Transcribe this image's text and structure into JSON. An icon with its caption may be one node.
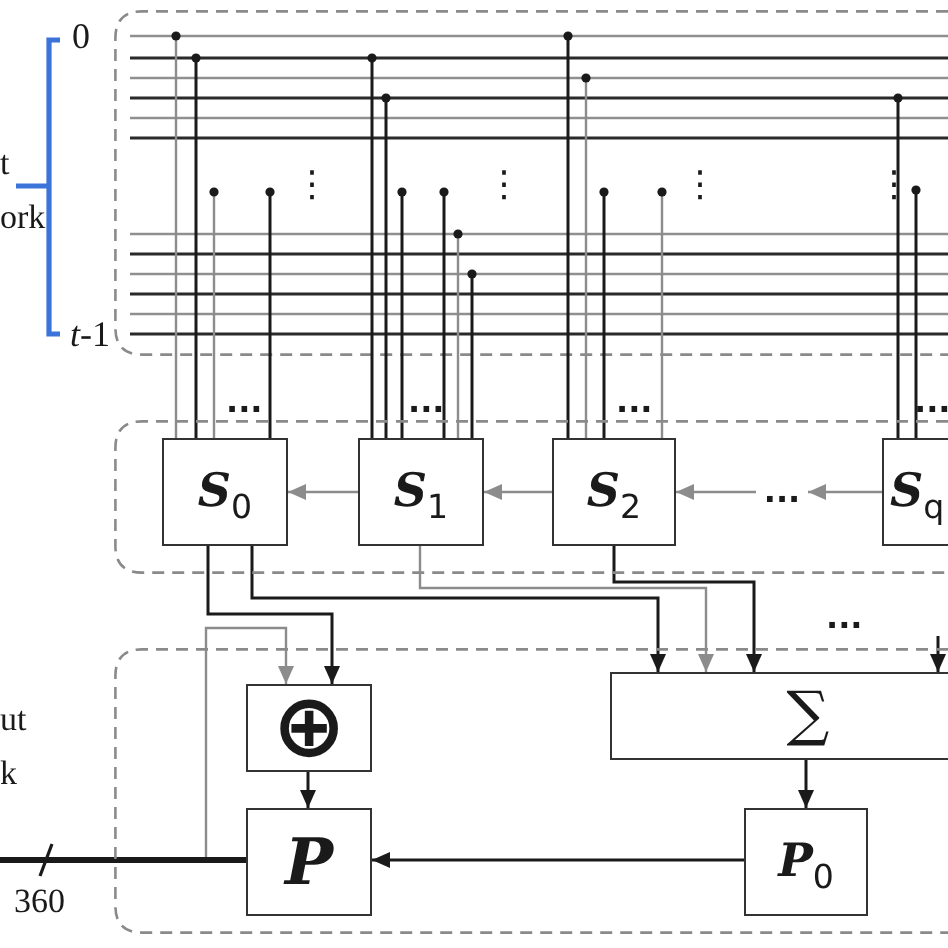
{
  "diagram": {
    "nodes": [
      {
        "text": [],
        "shape": "box",
        "beside": [
          "0",
          "*t*-1"
        ]
      },
      {
        "text": [],
        "shape": "box"
      },
      {
        "text": [
          "**S**$_{0}$"
        ],
        "in": 1
      },
      {
        "text": [
          "**S**$_{1}$"
        ],
        "in": 1
      },
      {
        "text": [
          "**S**$_{2}$"
        ],
        "in": 1
      },
      {
        "text": [
          "..."
        ],
        "in": 1
      },
      {
        "text": [
          "**S**$_{q}$"
        ],
        "in": 1
      },
      {
        "text": [],
        "shape": "box"
      },
      {
        "text": [
          "⊕"
        ],
        "in": 7
      },
      {
        "text": [
          "∑"
        ],
        "in": 7
      },
      {
        "text": [
          "P"
        ],
        "in": 7
      },
      {
        "text": [
          "**P**$_{0}$"
        ],
        "in": 7
      }
    ],
    "edges": [
      {
        "from": 0,
        "to": 2,
        "arrow": "none",
        "color": "#8c8c8c"
      },
      {
        "from": 0,
        "to": 2,
        "arrow": "none"
      },
      {
        "from": 0,
        "to": 2,
        "arrow": "none",
        "color": "#8c8c8c"
      },
      {
        "from": 0,
        "to": 2,
        "arrow": "none"
      },
      {
        "from": 0,
        "to": 3,
        "arrow": "none"
      },
      {
        "from": 0,
        "to": 3,
        "arrow": "none"
      },
      {
        "from": 0,
        "to": 3,
        "arrow": "none"
      },
      {
        "from": 0,
        "to": 3,
        "arrow": "none"
      },
      {
        "from": 0,
        "to": 3,
        "arrow": "none",
        "color": "#8c8c8c"
      },
      {
        "from": 0,
        "to": 3,
        "arrow": "none"
      },
      {
        "from": 0,
        "to": 4,
        "arrow": "none"
      },
      {
        "from": 0,
        "to": 4,
        "arrow": "none",
        "color": "#8c8c8c"
      },
      {
        "from": 0,
        "to": 4,
        "arrow": "none"
      },
      {
        "from": 0,
        "to": 4,
        "arrow": "none",
        "color": "#8c8c8c"
      },
      {
        "from": 0,
        "to": 6,
        "arrow": "none"
      },
      {
        "from": 0,
        "to": 6,
        "arrow": "none"
      },
      {
        "from": 3,
        "to": 2,
        "arrow": "to",
        "color": "#8c8c8c"
      },
      {
        "from": 4,
        "to": 3,
        "arrow": "to",
        "color": "#8c8c8c"
      },
      {
        "from": 5,
        "to": 4,
        "arrow": "to",
        "color": "#8c8c8c"
      },
      {
        "from": 6,
        "to": 5,
        "arrow": "to",
        "color": "#8c8c8c"
      },
      {
        "from": 2,
        "to": 8,
        "arrow": "to"
      },
      {
        "from": 2,
        "to": 9,
        "arrow": "to"
      },
      {
        "from": 3,
        "to": 9,
        "arrow": "to",
        "color": "#8c8c8c"
      },
      {
        "from": 4,
        "to": 9,
        "arrow": "to"
      },
      {
        "from": null,
        "to": 9,
        "arrow": "to"
      },
      {
        "from": 8,
        "to": 10,
        "arrow": "to"
      },
      {
        "from": 10,
        "to": 8,
        "arrow": "to",
        "color": "#8c8c8c"
      },
      {
        "from": 9,
        "to": 11,
        "arrow": "to"
      },
      {
        "from": 11,
        "to": 10,
        "arrow": "to"
      },
      {
        "from": 10,
        "to": null,
        "arrow": "none",
        "style": "thick",
        "label": "360"
      }
    ],
    "labels": [
      "t ork",
      "⋮",
      "⋮",
      "⋮",
      "⋮",
      "...",
      "...",
      "...",
      "...",
      "...",
      "ut k"
    ]
  }
}
